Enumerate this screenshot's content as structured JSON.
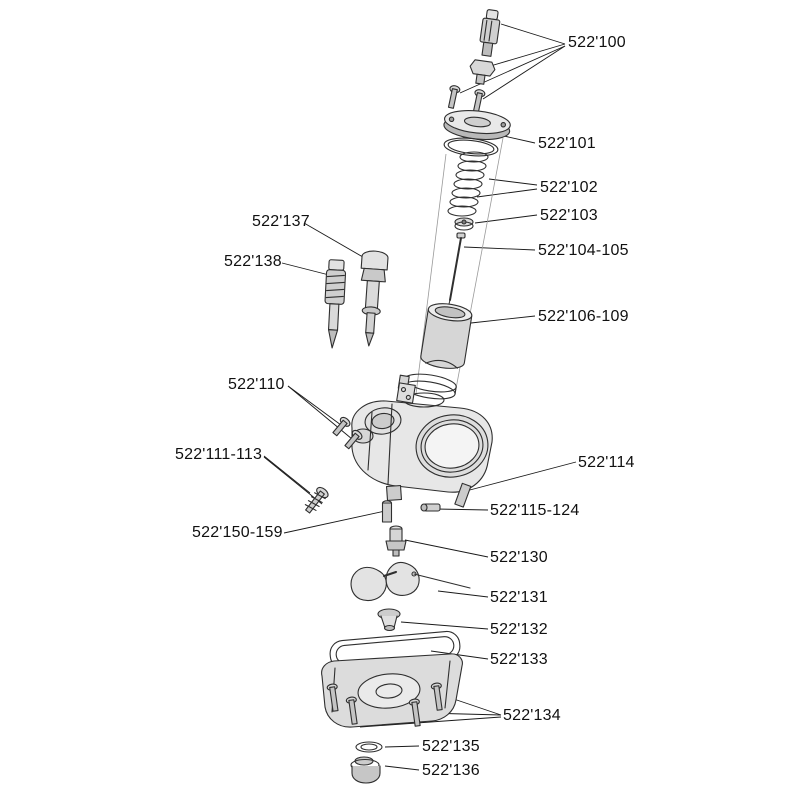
{
  "page": {
    "background": "#ffffff"
  },
  "diagram": {
    "kind": "exploded-parts-diagram",
    "subject": "carburetor",
    "line_color": "#2f2f2f",
    "leader_color": "#1a1a1a",
    "label_color": "#111111"
  },
  "labels": {
    "p100": "522'100",
    "p101": "522'101",
    "p102": "522'102",
    "p103": "522'103",
    "p104_105": "522'104-105",
    "p106_109": "522'106-109",
    "p110": "522'110",
    "p111_113": "522'111-113",
    "p114": "522'114",
    "p115_124": "522'115-124",
    "p130": "522'130",
    "p131": "522'131",
    "p132": "522'132",
    "p133": "522'133",
    "p134": "522'134",
    "p135": "522'135",
    "p136": "522'136",
    "p137": "522'137",
    "p138": "522'138",
    "p150_159": "522'150-159"
  }
}
